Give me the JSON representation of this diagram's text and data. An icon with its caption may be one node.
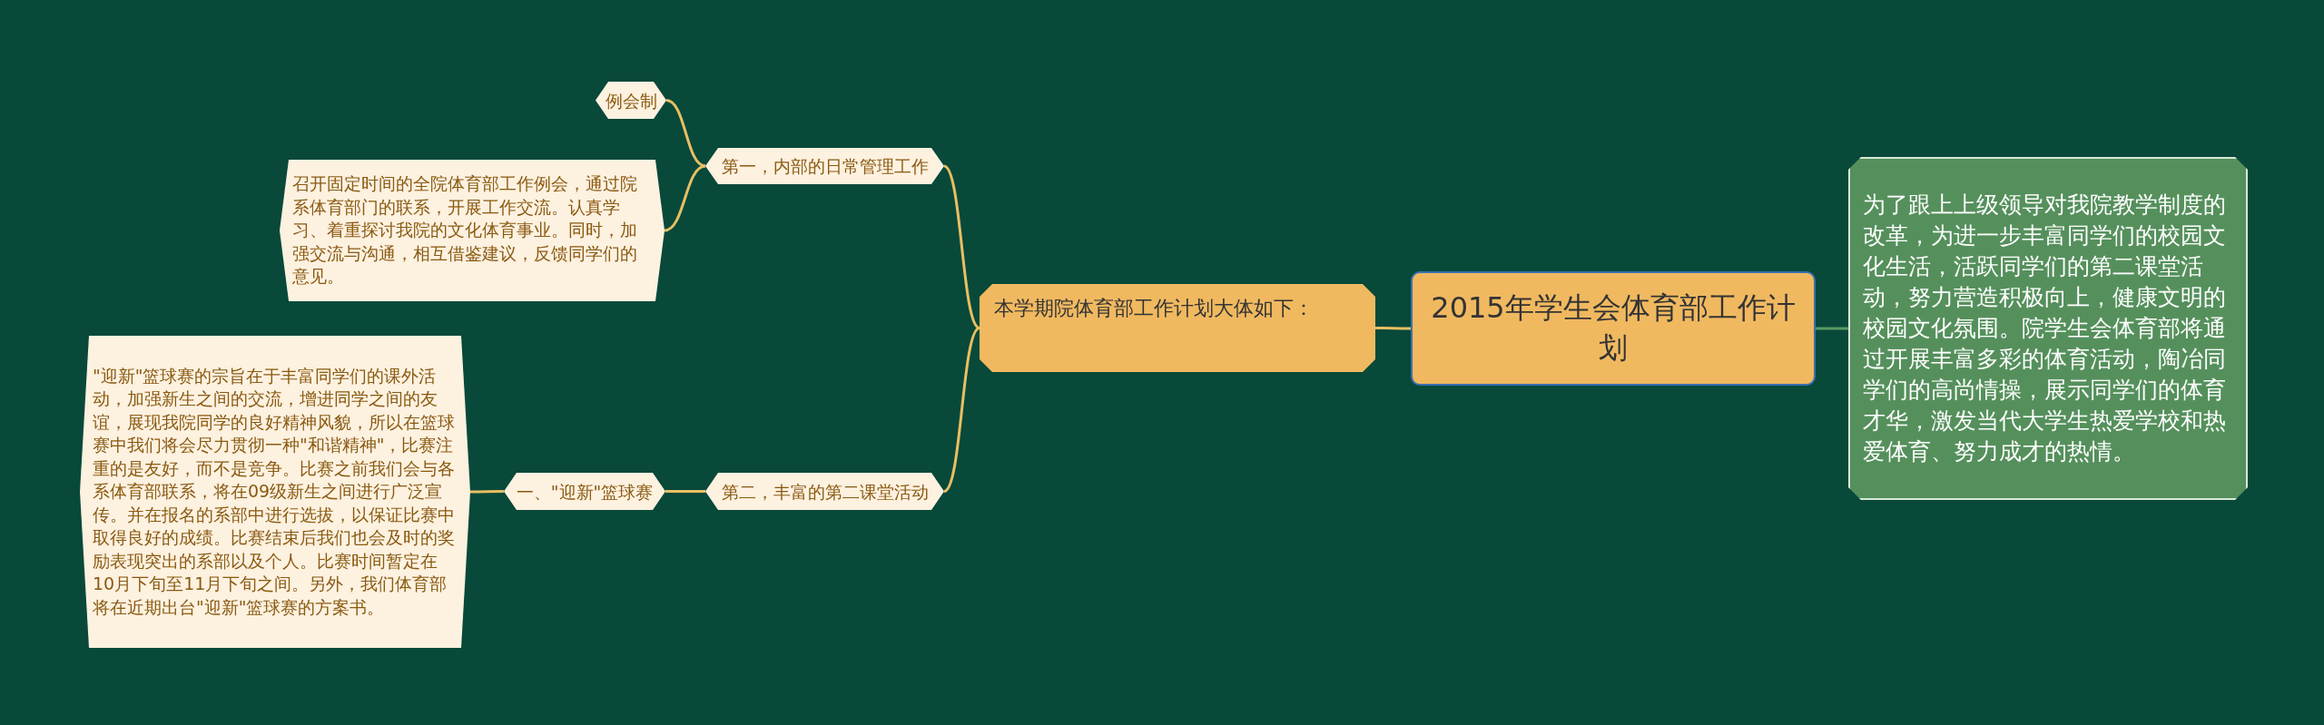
{
  "diagram": {
    "nodes": [
      {
        "text": [
          "2015年学生会体育部工作计划"
        ]
      },
      {
        "text": [
          "为了跟上上级领导对我院教学制度的改革，为进一步丰富同学们的校园文化生活，活跃同学们的第二课堂活动，努力营造积极向上，健康文明的校园文化氛围。院学生会体育部将通过开展丰富多彩的体育活动，陶冶同学们的高尚情操，展示同学们的体育才华，激发当代大学生热爱学校和热爱体育、努力成才的热情。"
        ]
      },
      {
        "text": [
          "本学期院体育部工作计划大体如下："
        ]
      },
      {
        "text": [
          "第一，内部的日常管理工作"
        ]
      },
      {
        "text": [
          "例会制"
        ]
      },
      {
        "text": [
          "召开固定时间的全院体育部工作例会，通过院系体育部门的联系，开展工作交流。认真学习、着重探讨我院的文化体育事业。同时，加强交流与沟通，相互借鉴建议，反馈同学们的意见。"
        ]
      },
      {
        "text": [
          "第二，丰富的第二课堂活动"
        ]
      },
      {
        "text": [
          "一、\"迎新\"篮球赛"
        ]
      },
      {
        "text": [
          "\"迎新\"篮球赛的宗旨在于丰富同学们的课外活动，加强新生之间的交流，增进同学之间的友谊，展现我院同学的良好精神风貌，所以在篮球赛中我们将会尽力贯彻一种\"和谐精神\"，比赛注重的是友好，而不是竞争。比赛之前我们会与各系体育部联系，将在09级新生之间进行广泛宣传。并在报名的系部中进行选拔，以保证比赛中取得良好的成绩。比赛结束后我们也会及时的奖励表现突出的系部以及个人。比赛时间暂定在10月下旬至11月下旬之间。另外，我们体育部将在近期出台\"迎新\"篮球赛的方案书。"
        ]
      }
    ],
    "edges": [
      {
        "from": 0,
        "to": 1,
        "arrow": "none",
        "color": "#5a9a66"
      },
      {
        "from": 0,
        "to": 2,
        "arrow": "none"
      },
      {
        "from": 2,
        "to": 3,
        "arrow": "none"
      },
      {
        "from": 2,
        "to": 6,
        "arrow": "none"
      },
      {
        "from": 3,
        "to": 4,
        "arrow": "none"
      },
      {
        "from": 3,
        "to": 5,
        "arrow": "none"
      },
      {
        "from": 6,
        "to": 7,
        "arrow": "none"
      },
      {
        "from": 7,
        "to": 8,
        "arrow": "none"
      }
    ]
  }
}
